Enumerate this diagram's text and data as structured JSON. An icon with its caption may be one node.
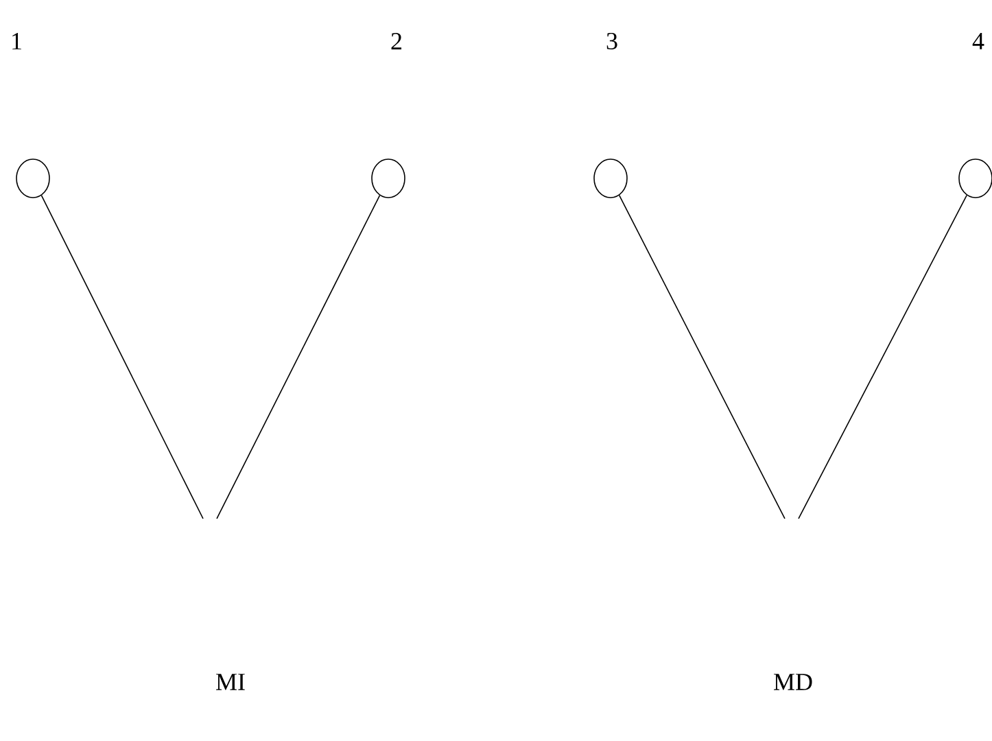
{
  "diagram": {
    "nodes": [
      {
        "text": [],
        "shape": "circle"
      },
      {
        "text": [],
        "shape": "circle"
      },
      {
        "text": [],
        "shape": "circle"
      },
      {
        "text": [],
        "shape": "circle"
      }
    ],
    "edges": [
      {
        "from": 0,
        "to": null,
        "arrow": "none"
      },
      {
        "from": 1,
        "to": null,
        "arrow": "none"
      },
      {
        "from": 2,
        "to": null,
        "arrow": "none"
      },
      {
        "from": 3,
        "to": null,
        "arrow": "none"
      }
    ],
    "labels": [
      "1",
      "2",
      "3",
      "4",
      "MI",
      "MD"
    ]
  }
}
